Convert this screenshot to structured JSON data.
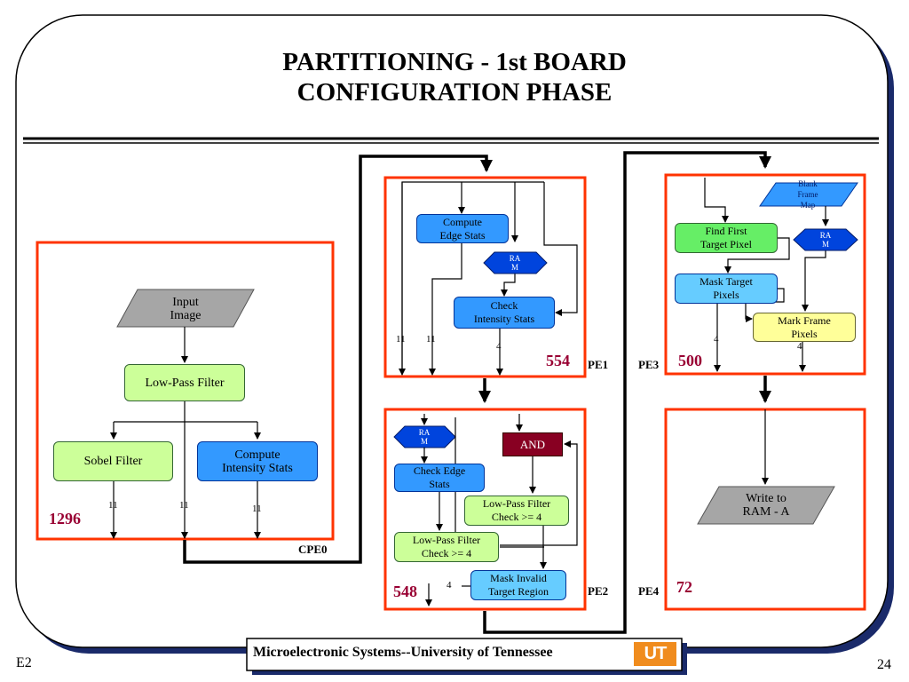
{
  "slide": {
    "title_line1": "PARTITIONING - 1st BOARD",
    "title_line2": "CONFIGURATION PHASE",
    "footer_text": "Microelectronic Systems--University of Tennessee",
    "logo_text": "UT",
    "slide_id": "E2",
    "page_number": "24"
  },
  "colors": {
    "frame_red": "#ff3300",
    "blue_box": "#3399ff",
    "light_blue_box": "#66ccff",
    "green_box": "#ccff99",
    "bright_green_box": "#66ee66",
    "yellow_box": "#ffff99",
    "and_box": "#880022",
    "ram_hex": "#0044dd",
    "io_gray": "#a6a6a6",
    "number_red": "#990033",
    "logo_orange": "#f08c1e"
  },
  "cpe0": {
    "label": "CPE0",
    "count": "1296",
    "input_image": [
      "Input",
      "Image"
    ],
    "low_pass_filter": "Low-Pass Filter",
    "sobel_filter": "Sobel Filter",
    "compute_intensity_stats": [
      "Compute",
      "Intensity Stats"
    ],
    "widths": [
      "11",
      "11",
      "11"
    ]
  },
  "pe1": {
    "label": "PE1",
    "count": "554",
    "compute_edge_stats": [
      "Compute",
      "Edge Stats"
    ],
    "ram": [
      "RA",
      "M"
    ],
    "check_intensity_stats": [
      "Check",
      "Intensity Stats"
    ],
    "widths": [
      "11",
      "11",
      "4"
    ]
  },
  "pe2": {
    "label": "PE2",
    "count": "548",
    "ram": [
      "RA",
      "M"
    ],
    "and_gate": "AND",
    "check_edge_stats": [
      "Check Edge",
      "Stats"
    ],
    "lpf_check_right": [
      "Low-Pass Filter",
      "Check >= 4"
    ],
    "lpf_check_left": [
      "Low-Pass Filter",
      "Check >= 4"
    ],
    "mask_invalid": [
      "Mask Invalid",
      "Target Region"
    ],
    "width": "4"
  },
  "pe3": {
    "label": "PE3",
    "count": "500",
    "blank_frame_map": [
      "Blank",
      "Frame",
      "Map"
    ],
    "ram": [
      "RA",
      "M"
    ],
    "find_first_target_pixel": [
      "Find First",
      "Target Pixel"
    ],
    "mask_target_pixels": [
      "Mask Target",
      "Pixels"
    ],
    "mark_frame_pixels": [
      "Mark Frame",
      "Pixels"
    ],
    "widths": [
      "4",
      "4"
    ]
  },
  "pe4": {
    "label": "PE4",
    "count": "72",
    "write_to_ram": [
      "Write to",
      "RAM - A"
    ]
  }
}
